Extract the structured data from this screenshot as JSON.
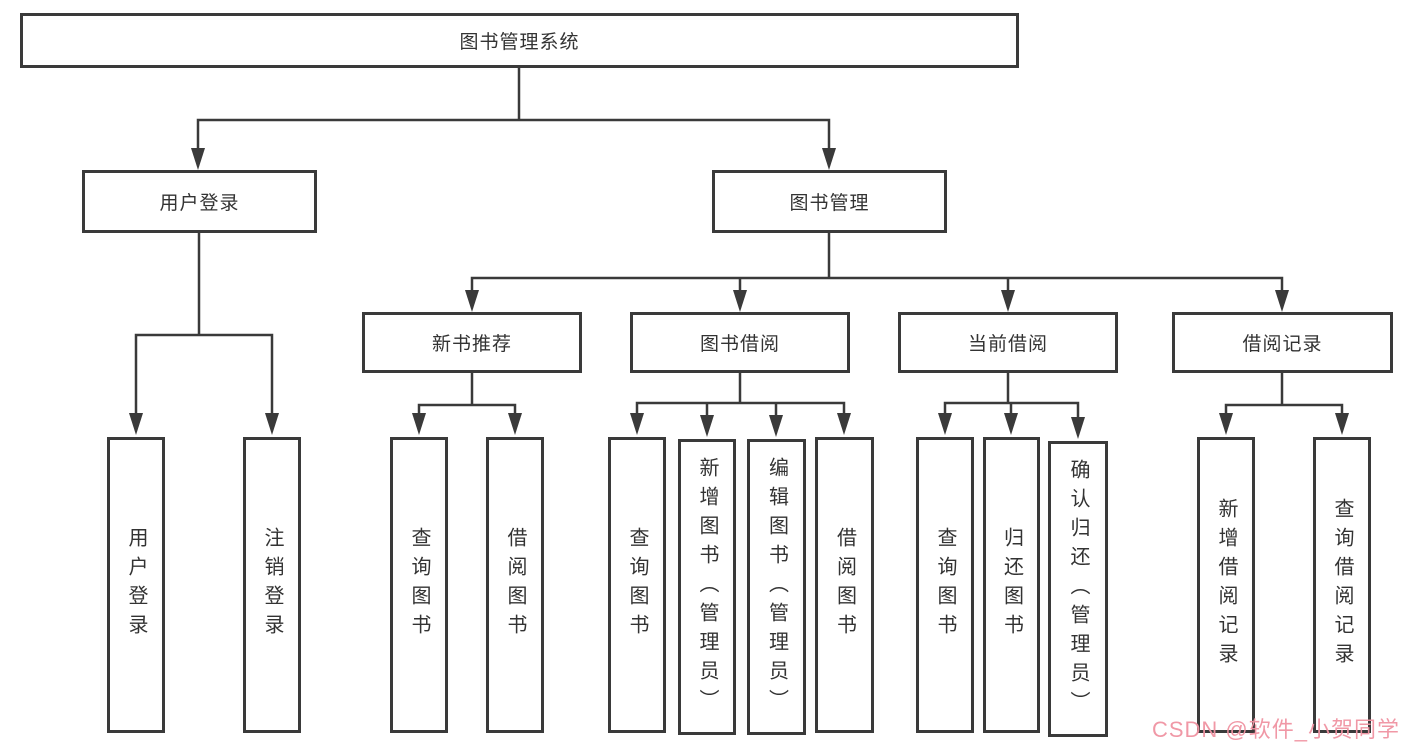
{
  "colors": {
    "line": "#3a3a3a",
    "text": "#333333",
    "watermark": "#f093a2",
    "background": "#ffffff"
  },
  "watermark": {
    "text": "CSDN @软件_小贺同学"
  },
  "tree": {
    "root": {
      "label": "图书管理系统"
    },
    "user": {
      "label": "用户登录",
      "children": [
        {
          "label": "用户登录"
        },
        {
          "label": "注销登录"
        }
      ]
    },
    "book": {
      "label": "图书管理",
      "sections": [
        {
          "label": "新书推荐",
          "children": [
            {
              "label": "查询图书"
            },
            {
              "label": "借阅图书"
            }
          ]
        },
        {
          "label": "图书借阅",
          "children": [
            {
              "label": "查询图书"
            },
            {
              "label": "新增图书（管理员）"
            },
            {
              "label": "编辑图书（管理员）"
            },
            {
              "label": "借阅图书"
            }
          ]
        },
        {
          "label": "当前借阅",
          "children": [
            {
              "label": "查询图书"
            },
            {
              "label": "归还图书"
            },
            {
              "label": "确认归还（管理员）"
            }
          ]
        },
        {
          "label": "借阅记录",
          "children": [
            {
              "label": "新增借阅记录"
            },
            {
              "label": "查询借阅记录"
            }
          ]
        }
      ]
    }
  }
}
